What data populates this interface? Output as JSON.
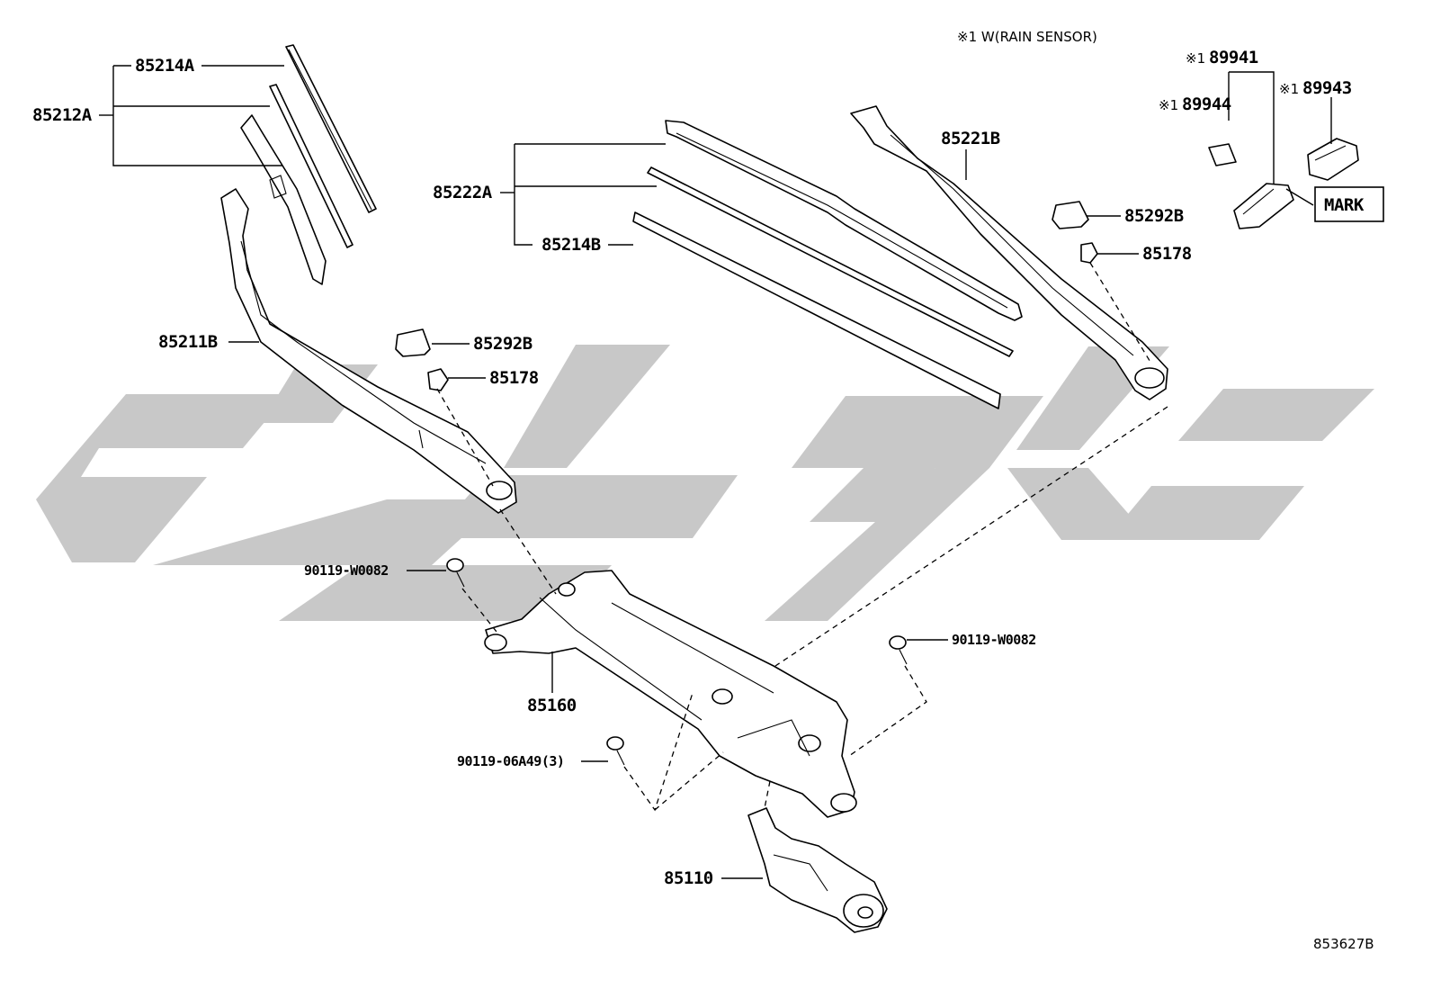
{
  "diagram": {
    "note": "※1 W(RAIN SENSOR)",
    "figure_id": "853627B",
    "mark_label": "MARK",
    "callouts": {
      "p85214A_top": "85214A",
      "p85212A": "85212A",
      "p85222A": "85222A",
      "p85214B": "85214B",
      "p85221B": "85221B",
      "p85292B_right": "85292B",
      "p85178_right": "85178",
      "p85211B": "85211B",
      "p85292B_left": "85292B",
      "p85178_left": "85178",
      "p90119W0082_left": "90119-W0082",
      "p90119W0082_right": "90119-W0082",
      "p85160": "85160",
      "p9011906A49": "90119-06A49(3)",
      "p85110": "85110",
      "p89941": "89941",
      "p89944": "89944",
      "p89943": "89943"
    },
    "sensor_mark": "※1"
  }
}
